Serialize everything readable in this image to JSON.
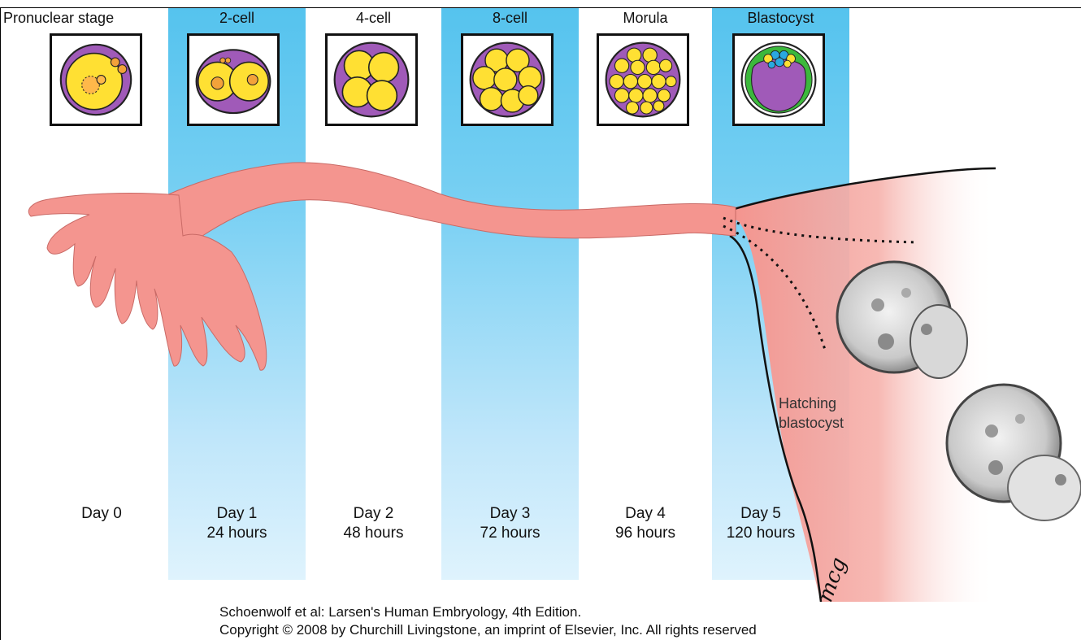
{
  "stages": [
    {
      "label": "Pronuclear stage",
      "day": "Day 0",
      "time": ""
    },
    {
      "label": "2-cell",
      "day": "Day 1",
      "time": "24 hours"
    },
    {
      "label": "4-cell",
      "day": "Day 2",
      "time": "48 hours"
    },
    {
      "label": "8-cell",
      "day": "Day 3",
      "time": "72 hours"
    },
    {
      "label": "Morula",
      "day": "Day 4",
      "time": "96 hours"
    },
    {
      "label": "Blastocyst",
      "day": "Day 5",
      "time": "120 hours"
    }
  ],
  "hatching_label": {
    "line1": "Hatching",
    "line2": "blastocyst"
  },
  "signature": "mcg",
  "credit": {
    "line1": "Schoenwolf et al: Larsen's Human Embryology, 4th Edition.",
    "line2": "Copyright © 2008 by Churchill Livingstone, an imprint of Elsevier, Inc. All rights reserved"
  },
  "colors": {
    "band_blue": "#55c3ee",
    "tube_pink": "#f4958f",
    "cell_yellow": "#ffe033",
    "zona_purple": "#a05ab8",
    "trophoblast_green": "#3cb83c",
    "icm_blue": "#2aa8e0"
  }
}
